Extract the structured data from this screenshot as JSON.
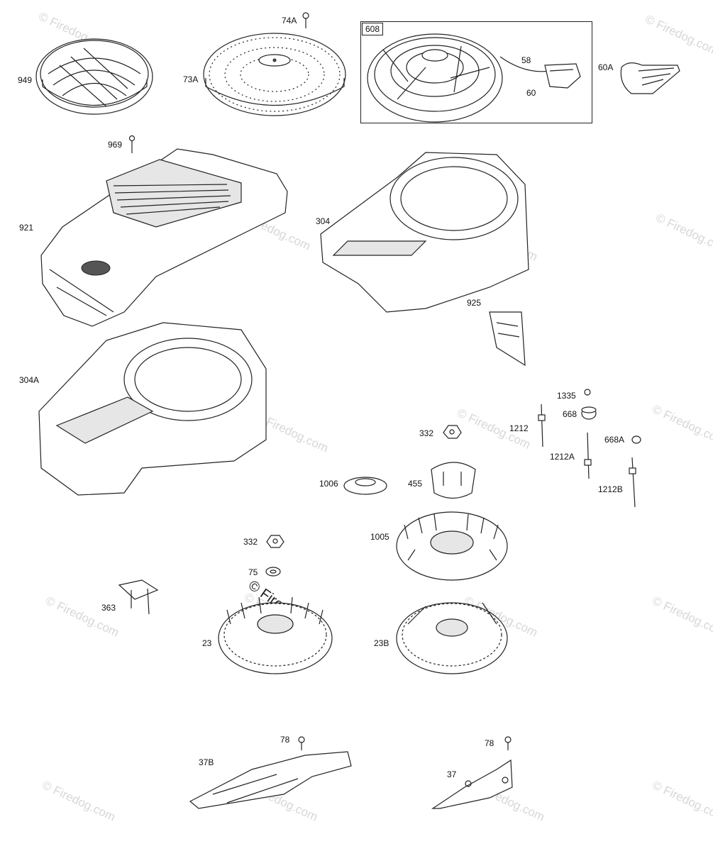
{
  "diagram": {
    "callouts": {
      "p949": "949",
      "p73A": "73A",
      "p74A": "74A",
      "p608": "608",
      "p58": "58",
      "p60": "60",
      "p60A": "60A",
      "p969": "969",
      "p921": "921",
      "p304": "304",
      "p925": "925",
      "p304A": "304A",
      "p1335": "1335",
      "p668": "668",
      "p1212": "1212",
      "p1212A": "1212A",
      "p668A": "668A",
      "p1212B": "1212B",
      "p332a": "332",
      "p1006": "1006",
      "p455": "455",
      "p1005": "1005",
      "p332b": "332",
      "p75": "75",
      "p363": "363",
      "p23": "23",
      "p23B": "23B",
      "p78a": "78",
      "p37B": "37B",
      "p78b": "78",
      "p37": "37"
    },
    "watermark": "© Firedog.com"
  }
}
